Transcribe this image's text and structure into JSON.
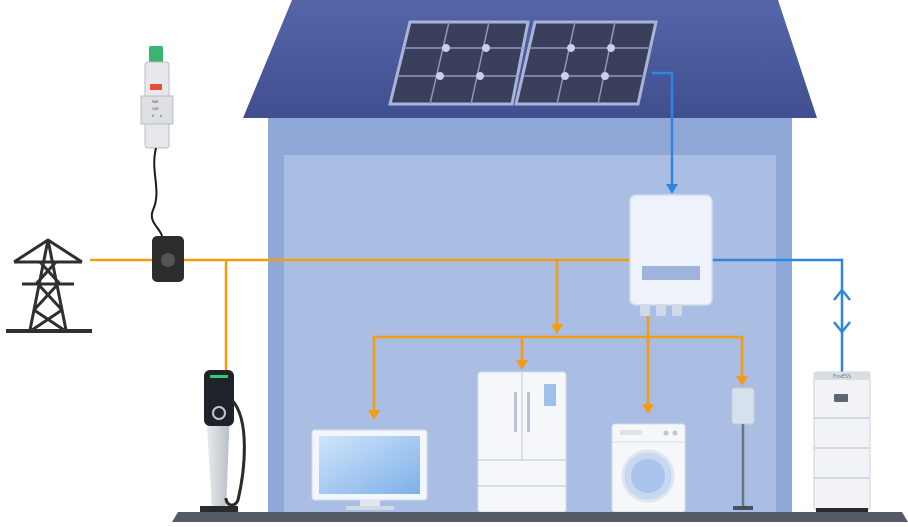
{
  "colors": {
    "grid_line": "#f39c12",
    "solar_line": "#2e86de",
    "roof": "#4a5a9a",
    "wall": "#8fa8d8",
    "interior": "#aabde3",
    "panel": "#3a3f5c",
    "ground": "#555a66"
  },
  "meter": {
    "label_lines": [
      "PWR",
      "COM",
      "K",
      "A"
    ]
  },
  "battery": {
    "brand_text": "FoxESS"
  },
  "icons": [
    "power-tower-icon",
    "smart-meter-icon",
    "ct-clamp-icon",
    "ev-charger-icon",
    "solar-panel-icon",
    "inverter-icon",
    "battery-icon",
    "tv-icon",
    "fridge-icon",
    "washing-machine-icon",
    "floor-lamp-icon"
  ]
}
